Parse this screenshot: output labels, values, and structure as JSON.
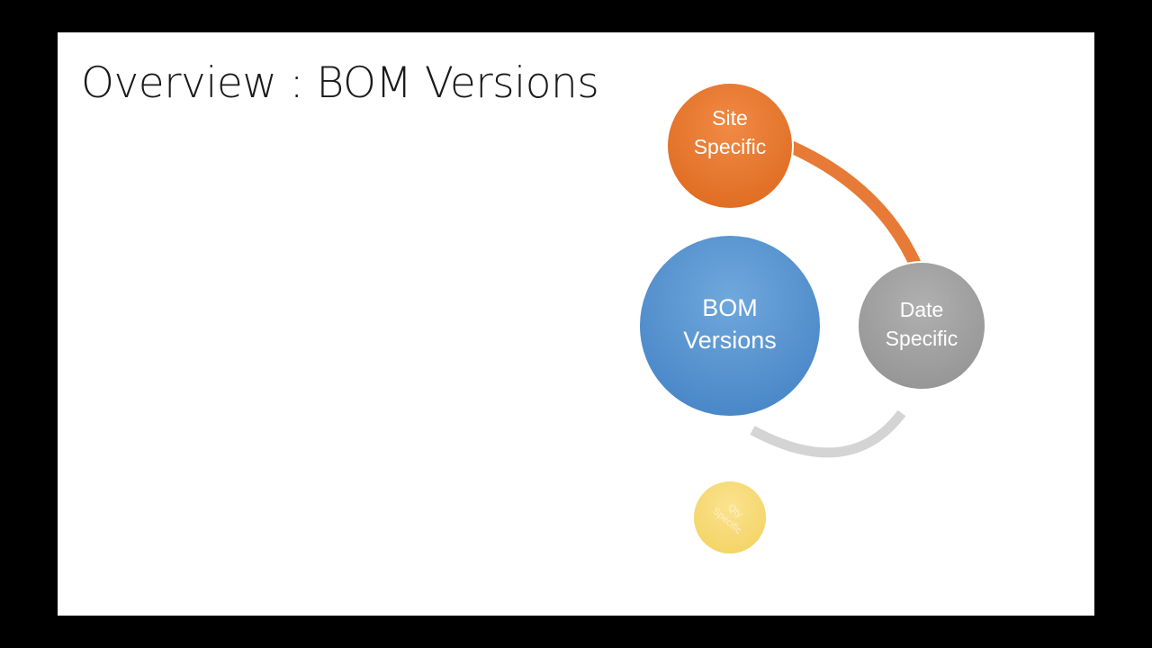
{
  "slide": {
    "title": "Overview : BOM Versions"
  },
  "diagram": {
    "center": {
      "line1": "BOM",
      "line2": "Versions",
      "color": "#5b9bd5"
    },
    "nodes": [
      {
        "line1": "Site",
        "line2": "Specific",
        "color": "#ed7d31"
      },
      {
        "line1": "Date",
        "line2": "Specific",
        "color": "#a5a5a5"
      },
      {
        "line1": "Qty",
        "line2": "Specific",
        "color": "#ffd966"
      }
    ],
    "connector_colors": [
      "#ed7d31",
      "#d0d0d0"
    ]
  }
}
